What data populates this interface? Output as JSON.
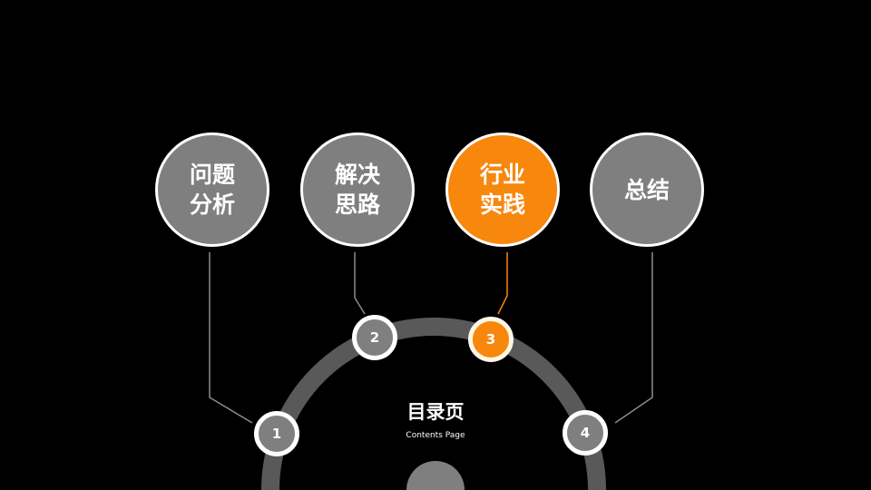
{
  "center": {
    "title": "目录页",
    "subtitle": "Contents Page"
  },
  "colors": {
    "gray": "#7f7f7f",
    "accent": "#f7870d",
    "arc": "#595959"
  },
  "sections": [
    {
      "number": "1",
      "line1": "问题",
      "line2": "分析",
      "active": false
    },
    {
      "number": "2",
      "line1": "解决",
      "line2": "思路",
      "active": false
    },
    {
      "number": "3",
      "line1": "行业",
      "line2": "实践",
      "active": true
    },
    {
      "number": "4",
      "line1": "总结",
      "line2": "",
      "active": false
    }
  ]
}
